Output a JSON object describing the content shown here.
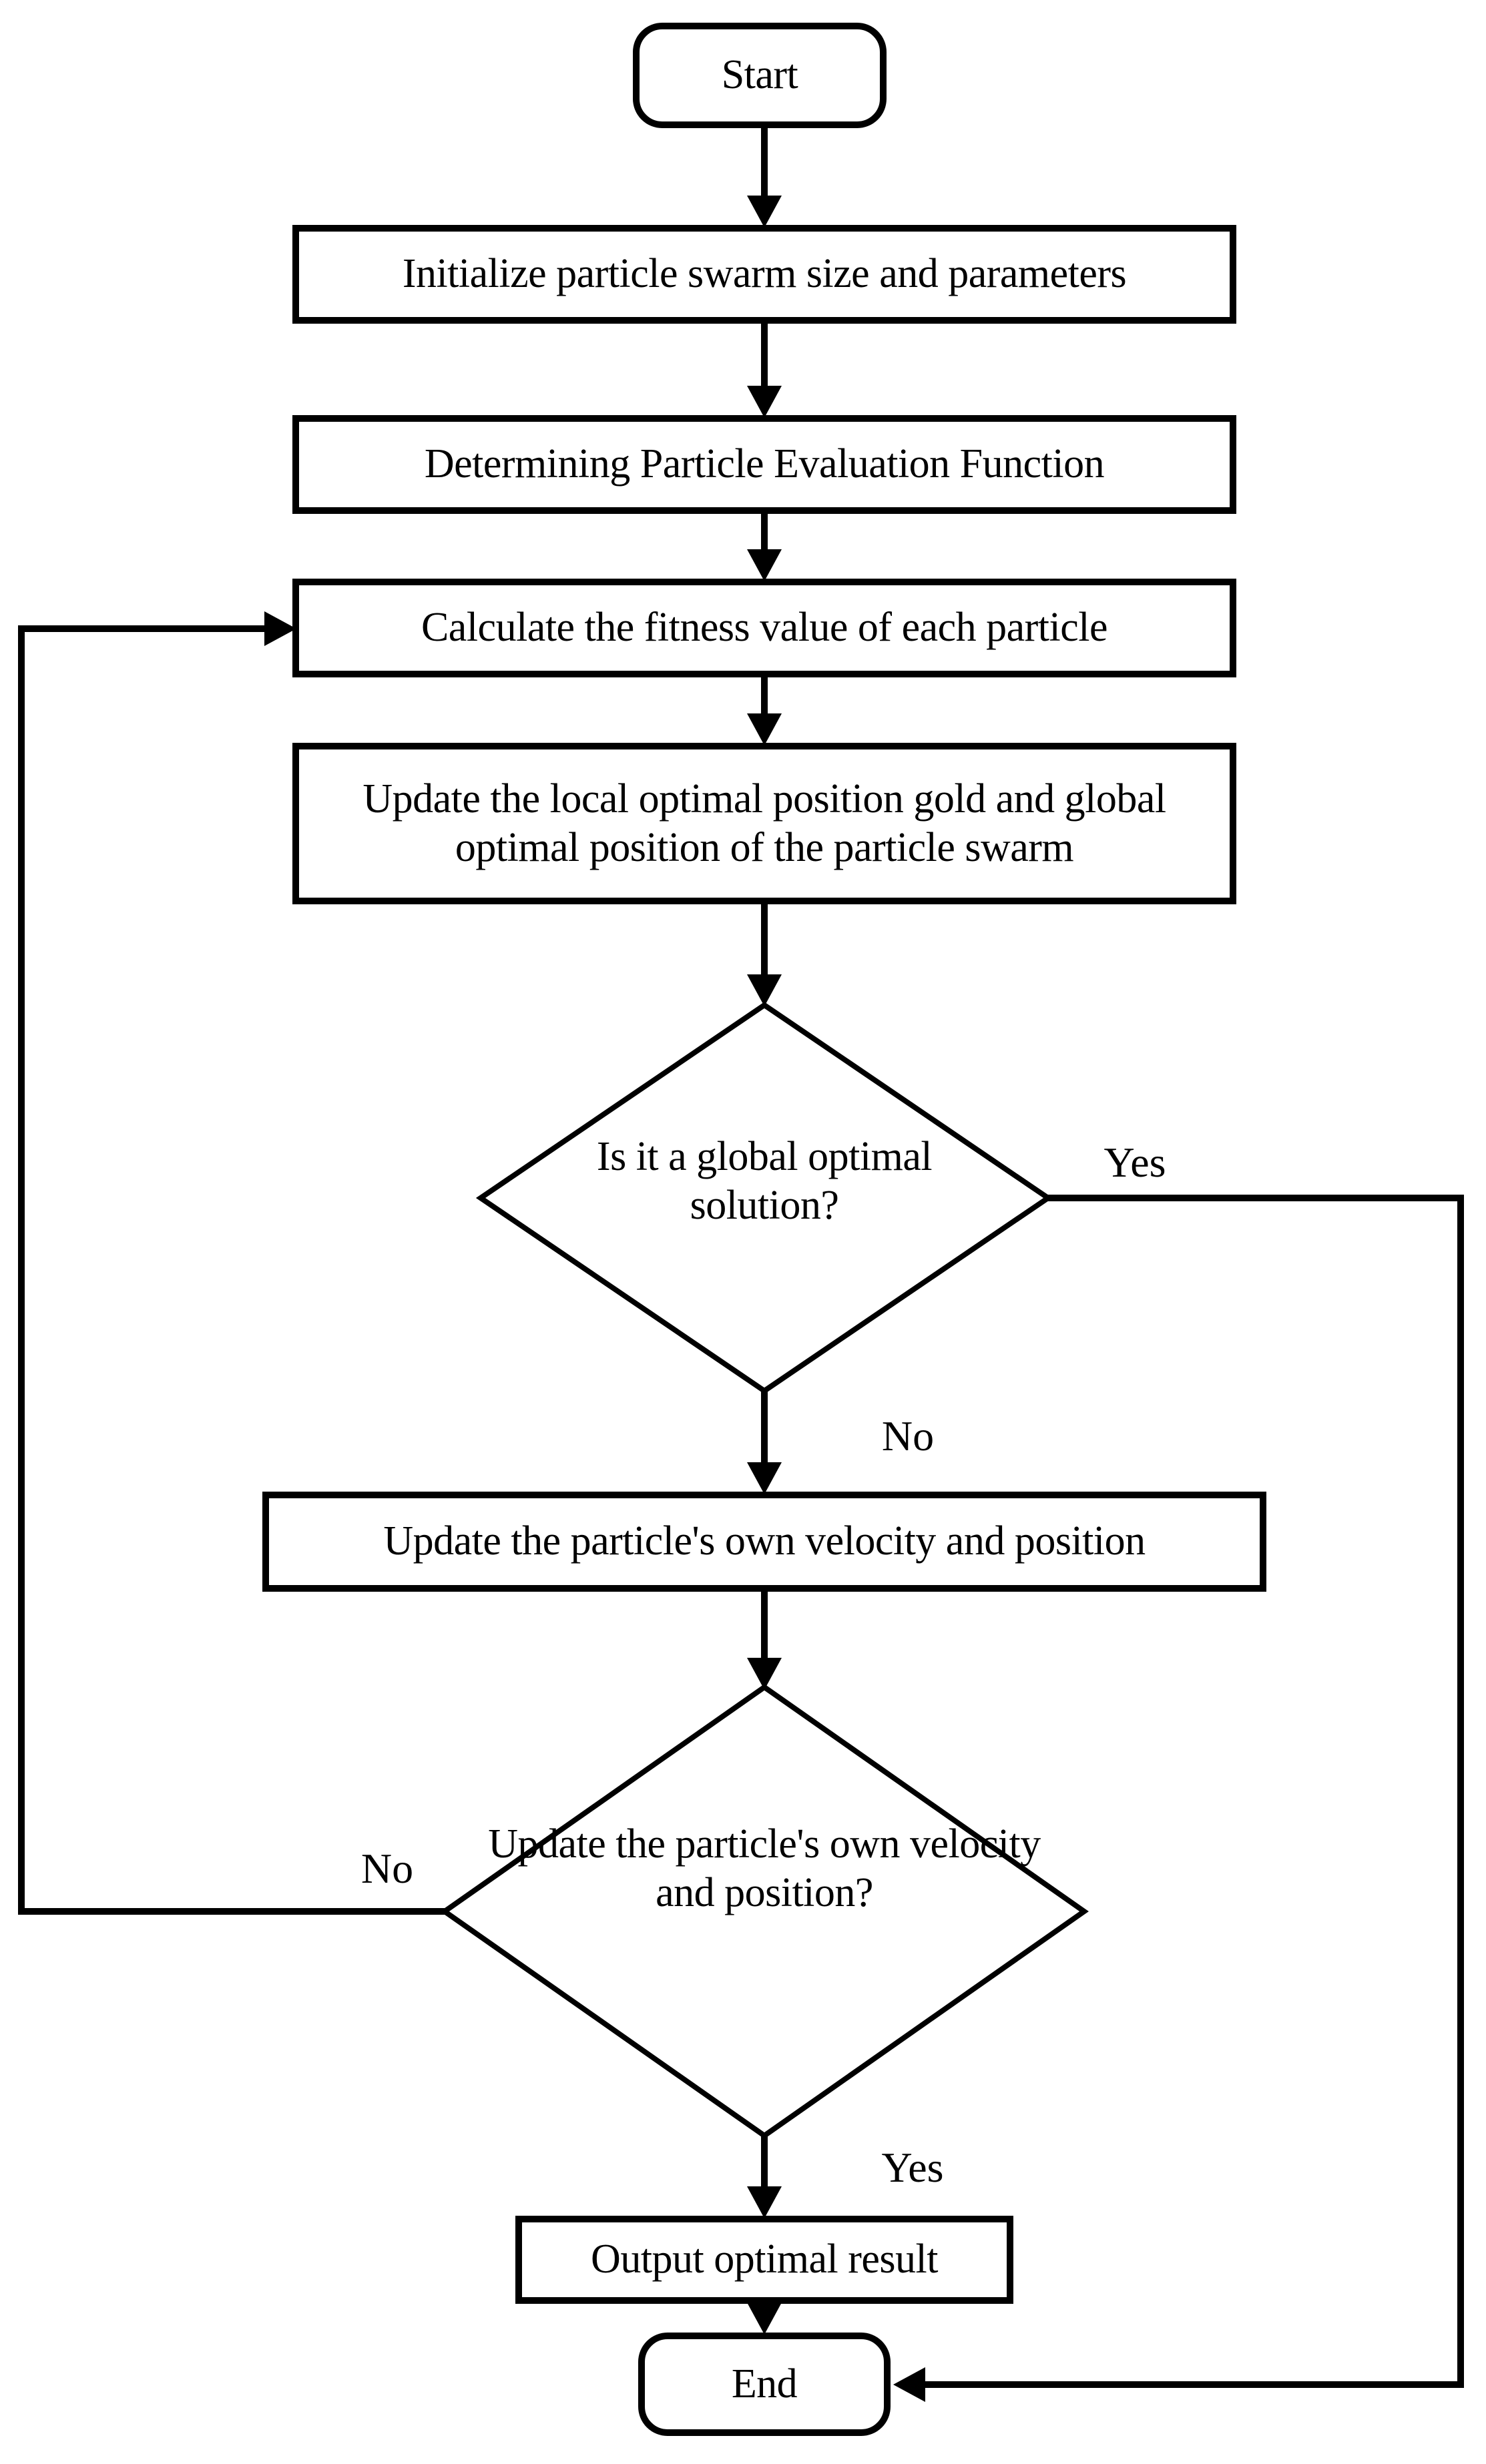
{
  "flowchart": {
    "title_hint": "Particle swarm optimization flowchart",
    "nodes": {
      "start": "Start",
      "init": "Initialize particle swarm size and parameters",
      "eval_fn": "Determining Particle Evaluation Function",
      "fitness": "Calculate the fitness value of each particle",
      "update_best": "Update the local optimal position gold and global optimal position of the particle swarm",
      "decision_global": "Is it a global optimal solution?",
      "update_velocity": "Update the particle's own velocity and position",
      "decision_update": "Update the particle's own velocity and position?",
      "output": "Output optimal result",
      "end": "End"
    },
    "edge_labels": {
      "global_yes": "Yes",
      "global_no": "No",
      "update_no": "No",
      "update_yes": "Yes"
    },
    "colors": {
      "stroke": "#000000",
      "node_fill": "#ffffff",
      "text": "#000000",
      "background": "#ffffff"
    }
  }
}
